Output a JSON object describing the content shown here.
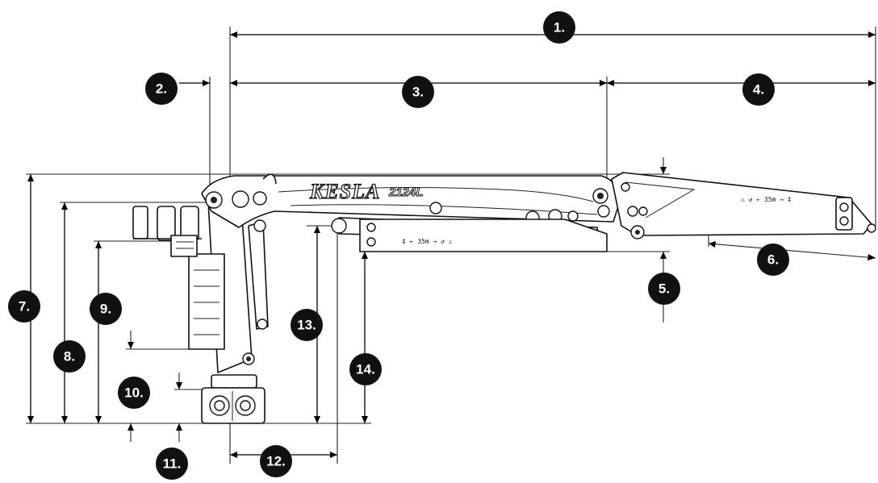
{
  "diagram": {
    "brand_text": "KESLA",
    "model_text": "2124L",
    "boom_label_main": "⚠ ↺ ← 35m → ‡",
    "boom_label_ext": "‡ ← 35m → ↺ ⚠",
    "callouts": [
      "1.",
      "2.",
      "3.",
      "4.",
      "5.",
      "6.",
      "7.",
      "8.",
      "9.",
      "10.",
      "11.",
      "12.",
      "13.",
      "14."
    ]
  }
}
